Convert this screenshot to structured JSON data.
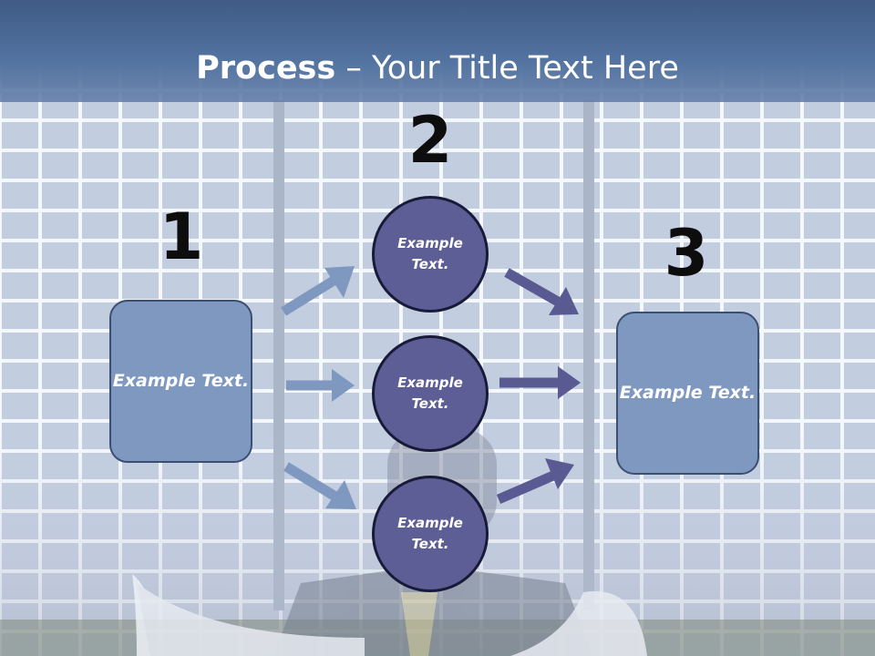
{
  "title": {
    "bold": "Process",
    "rest": " – Your Title Text Here"
  },
  "steps": {
    "step1": {
      "number": "1",
      "label": "Example Text."
    },
    "step2": {
      "number": "2",
      "circle_top": "Example Text.",
      "circle_mid": "Example Text.",
      "circle_bottom": "Example Text."
    },
    "step3": {
      "number": "3",
      "label": "Example Text."
    }
  },
  "colors": {
    "header": "#4a6894",
    "box_fill": "#7e98c0",
    "circle_fill": "#5e5e96",
    "arrow_left": "#7e98c0",
    "arrow_right": "#5a5a92"
  }
}
